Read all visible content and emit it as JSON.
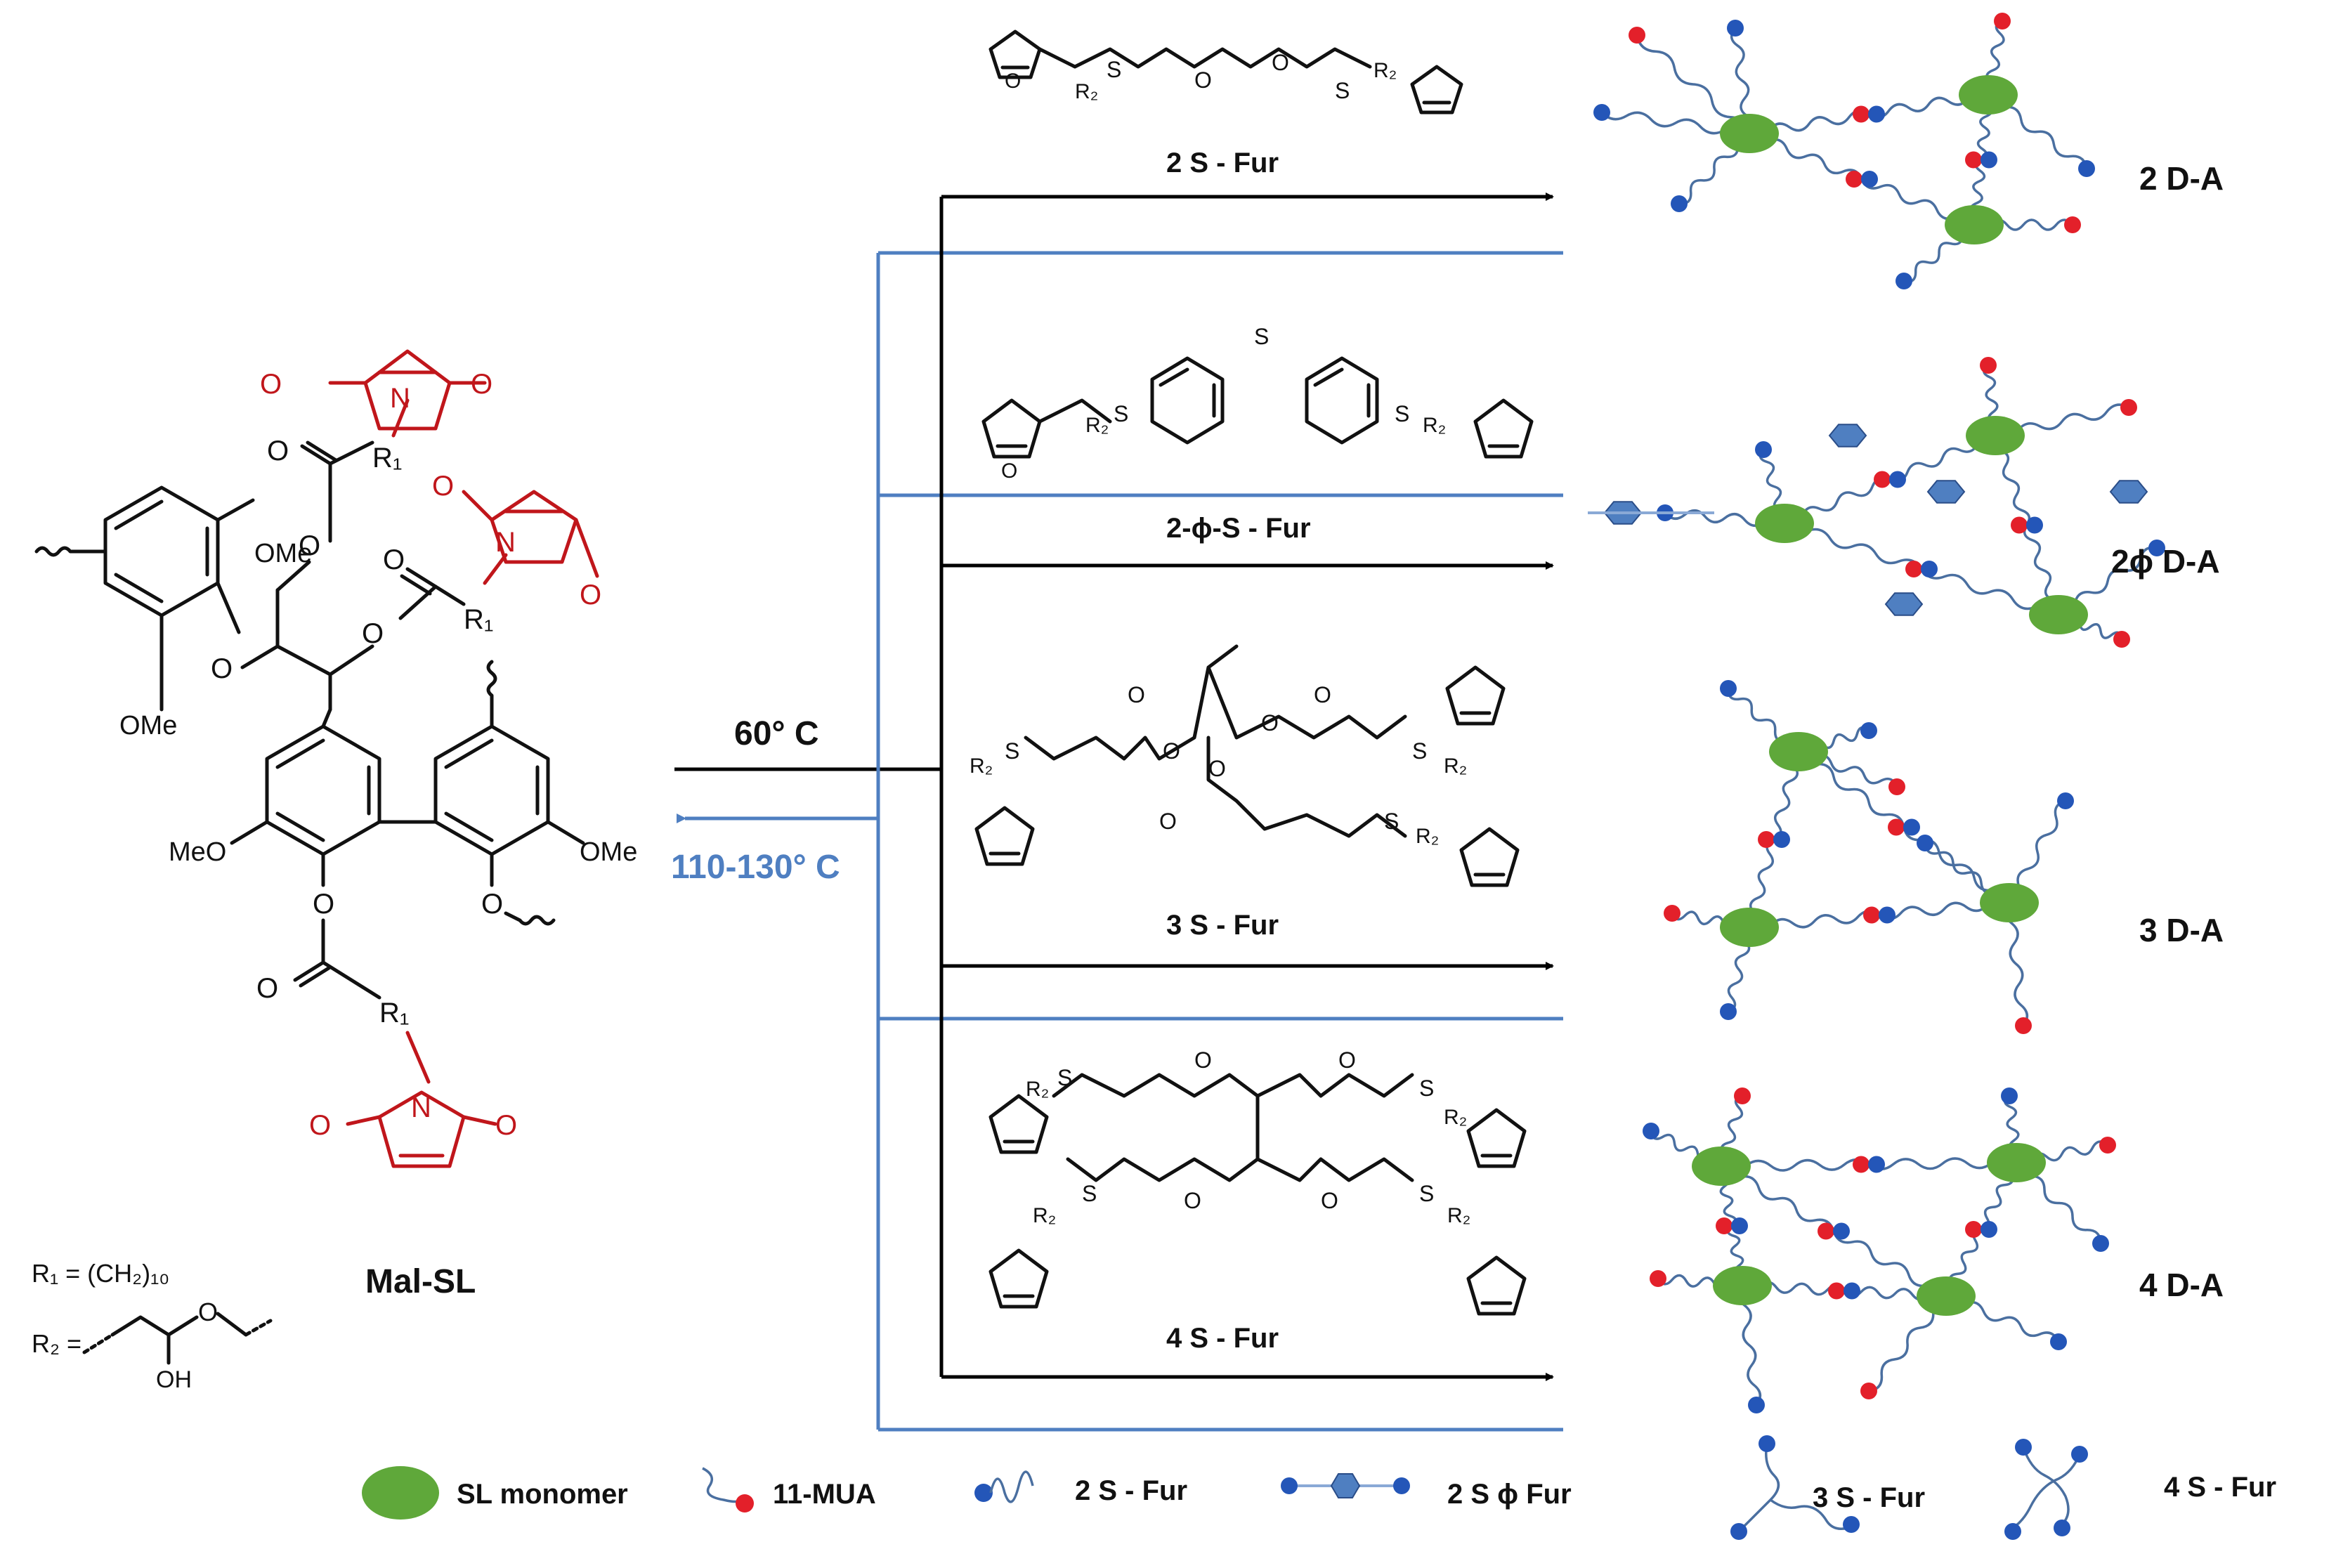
{
  "labels": {
    "mal_sl": "Mal-SL",
    "r1_def": "R₁ = (CH₂)₁₀",
    "r2_def": "R₂ =",
    "r2_oh": "OH",
    "temp_forward": "60° C",
    "temp_reverse": "110-130° C",
    "ome": "OMe",
    "meo": "MeO",
    "o": "O",
    "n": "N",
    "s": "S",
    "r1": "R₁",
    "r2": "R₂"
  },
  "linkers": [
    {
      "name": "2 S - Fur"
    },
    {
      "name": "2-ϕ-S - Fur"
    },
    {
      "name": "3 S - Fur"
    },
    {
      "name": "4 S - Fur"
    }
  ],
  "networks": [
    {
      "name": "2 D-A"
    },
    {
      "name": "2ϕ D-A"
    },
    {
      "name": "3 D-A"
    },
    {
      "name": "4 D-A"
    }
  ],
  "legend": [
    {
      "icon": "green-ellipse-icon",
      "label": "SL monomer"
    },
    {
      "icon": "red-bead-chain-icon",
      "label": "11-MUA"
    },
    {
      "icon": "blue-bead-chain-icon",
      "label": "2 S - Fur"
    },
    {
      "icon": "hexagon-linker-icon",
      "label": "2 S ϕ Fur"
    },
    {
      "icon": "three-arm-chain-icon",
      "label": "3 S - Fur"
    },
    {
      "icon": "four-arm-chain-icon",
      "label": "4 S - Fur"
    }
  ],
  "colors": {
    "maleimide": "#c0161b",
    "forward_arrow": "#000000",
    "reverse_arrow": "#4f7fc1",
    "sl_monomer": "#5fa83a",
    "red_bead": "#e3202a",
    "blue_bead": "#2456b8",
    "hexagon": "#4f7fc1"
  }
}
